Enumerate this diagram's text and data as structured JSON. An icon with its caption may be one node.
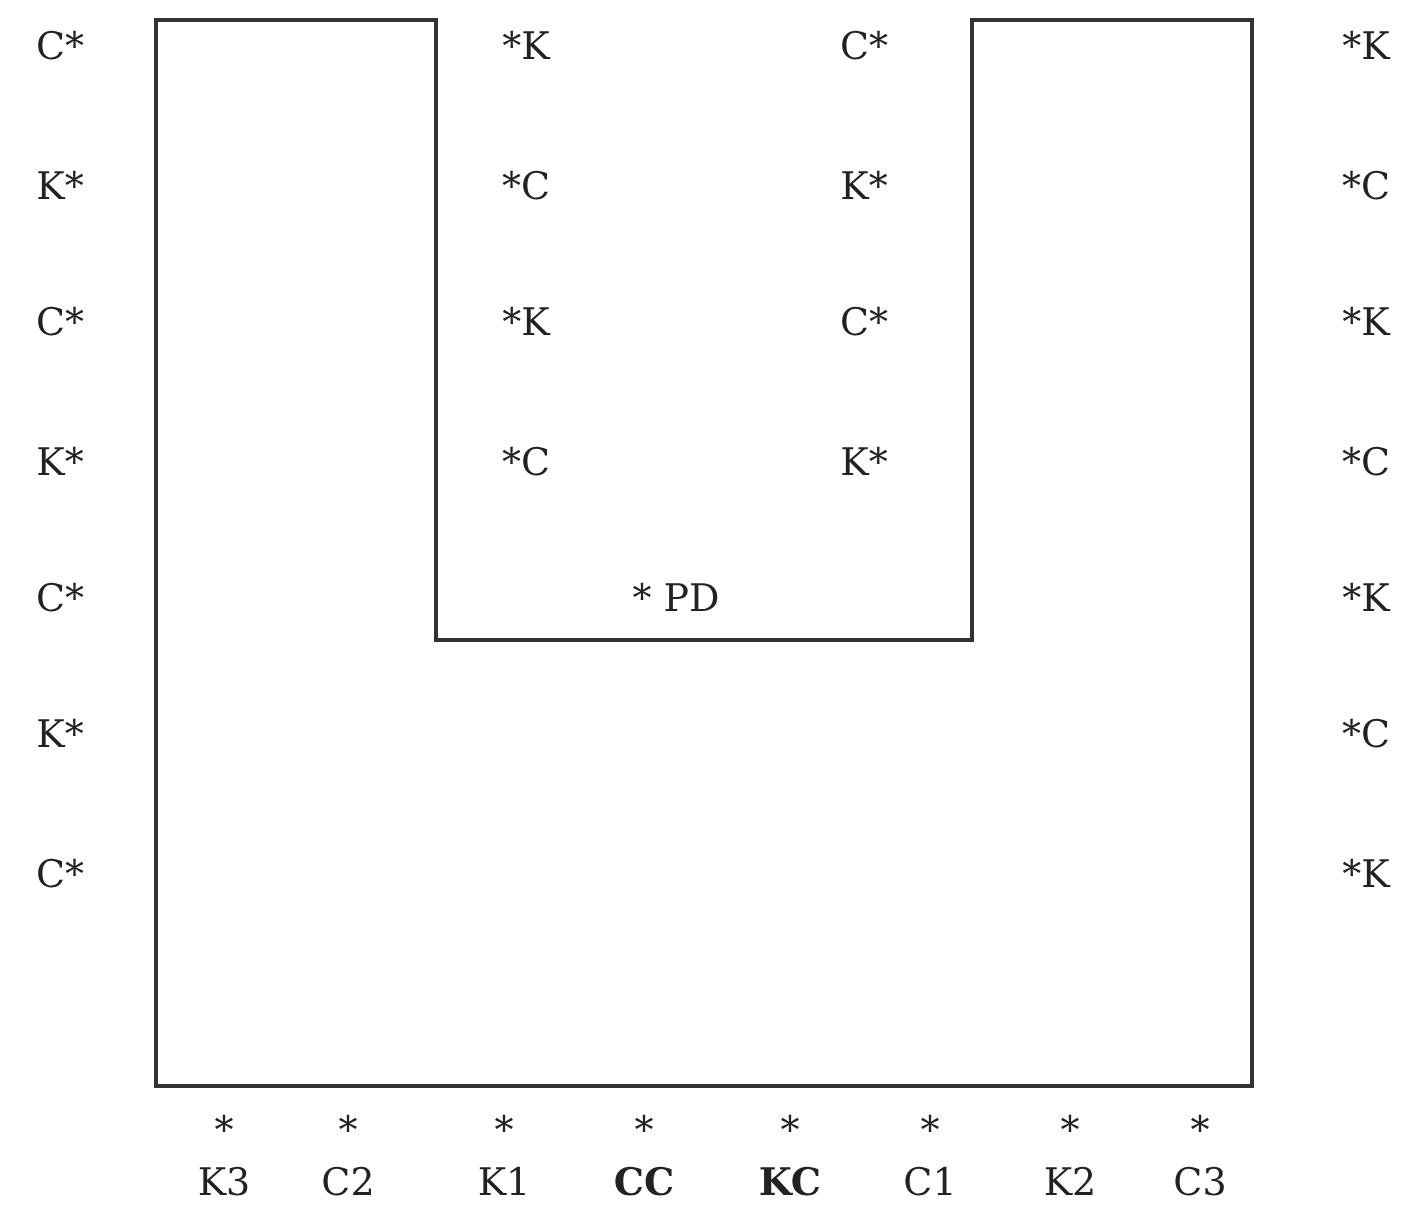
{
  "diagram": {
    "labels": [
      "C*",
      "*K",
      "C*",
      "*K",
      "K*",
      "*C",
      "K*",
      "*C",
      "C*",
      "*K",
      "C*",
      "*K",
      "K*",
      "*C",
      "K*",
      "*C",
      "C*",
      "* PD",
      "*K",
      "K*",
      "*C",
      "C*",
      "*K",
      "*",
      "*",
      "*",
      "*",
      "*",
      "*",
      "*",
      "*",
      "K3",
      "C2",
      "K1",
      "CC",
      "KC",
      "C1",
      "K2",
      "C3"
    ]
  }
}
